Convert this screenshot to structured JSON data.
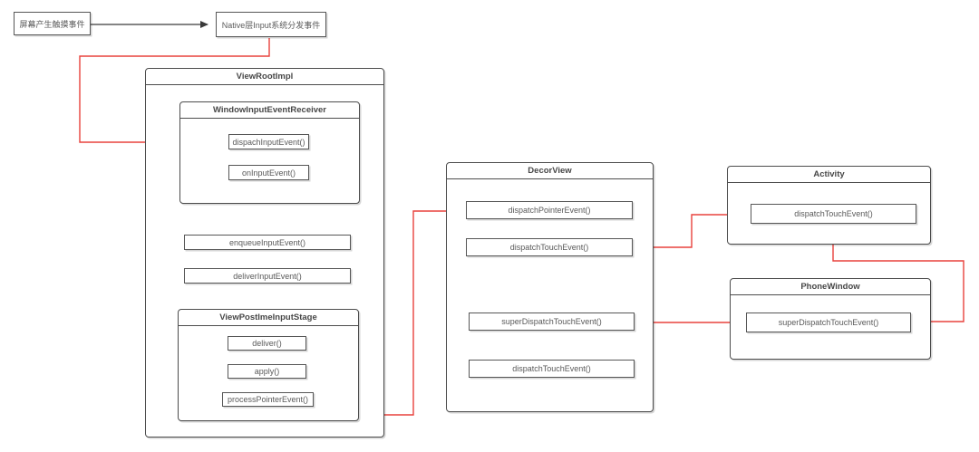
{
  "colors": {
    "flow_red": "#e8423d",
    "line_black": "#3a3a3a",
    "box_border": "#565656",
    "frame_border": "#4c4c4c",
    "text_gray": "#5a5a5a",
    "background": "#ffffff"
  },
  "diagram": {
    "start_box": "屏幕产生触摸事件",
    "native_box": "Native层Input系统分发事件",
    "view_root_impl": {
      "title": "ViewRootImpl",
      "window_input_event_receiver": {
        "title": "WindowInputEventReceiver",
        "dispach_input_event": "dispachInputEvent()",
        "on_input_event": "onInputEvent()"
      },
      "enqueue_input_event": "enqueueInputEvent()",
      "deliver_input_event": "deliverInputEvent()",
      "view_post_ime_input_stage": {
        "title": "ViewPostImeInputStage",
        "deliver": "deliver()",
        "apply": "apply()",
        "process_pointer_event": "processPointerEvent()"
      }
    },
    "decor_view": {
      "title": "DecorView",
      "dispatch_pointer_event": "dispatchPointerEvent()",
      "dispatch_touch_event": "dispatchTouchEvent()",
      "super_dispatch_touch_event": "superDispatchTouchEvent()",
      "dispatch_touch_event_bottom": "dispatchTouchEvent()"
    },
    "activity": {
      "title": "Activity",
      "dispatch_touch_event": "dispatchTouchEvent()"
    },
    "phone_window": {
      "title": "PhoneWindow",
      "super_dispatch_touch_event": "superDispatchTouchEvent()"
    }
  }
}
